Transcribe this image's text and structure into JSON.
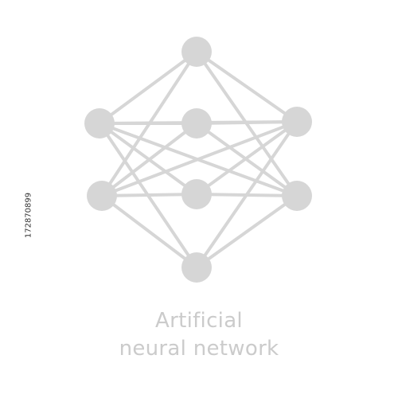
{
  "caption": {
    "line1": "Artificial",
    "line2": "neural network"
  },
  "side_id": "172870899",
  "colors": {
    "background": "#ffffff",
    "node": "#d6d6d6",
    "edge": "#d6d6d6",
    "caption": "#cbcbcb"
  },
  "nodes": [
    {
      "id": "n-top"
    },
    {
      "id": "n-upper-left"
    },
    {
      "id": "n-center-upper"
    },
    {
      "id": "n-upper-right"
    },
    {
      "id": "n-lower-left"
    },
    {
      "id": "n-center-lower"
    },
    {
      "id": "n-lower-right"
    },
    {
      "id": "n-bottom"
    }
  ],
  "edges": [
    [
      "n-top",
      "n-upper-left"
    ],
    [
      "n-top",
      "n-upper-right"
    ],
    [
      "n-top",
      "n-lower-left"
    ],
    [
      "n-top",
      "n-lower-right"
    ],
    [
      "n-upper-left",
      "n-center-upper"
    ],
    [
      "n-upper-left",
      "n-upper-right"
    ],
    [
      "n-upper-left",
      "n-center-lower"
    ],
    [
      "n-upper-left",
      "n-lower-right"
    ],
    [
      "n-upper-left",
      "n-bottom"
    ],
    [
      "n-upper-right",
      "n-center-upper"
    ],
    [
      "n-upper-right",
      "n-center-lower"
    ],
    [
      "n-upper-right",
      "n-lower-left"
    ],
    [
      "n-upper-right",
      "n-bottom"
    ],
    [
      "n-lower-left",
      "n-center-upper"
    ],
    [
      "n-lower-left",
      "n-center-lower"
    ],
    [
      "n-lower-left",
      "n-bottom"
    ],
    [
      "n-lower-right",
      "n-center-upper"
    ],
    [
      "n-lower-right",
      "n-center-lower"
    ],
    [
      "n-lower-right",
      "n-bottom"
    ]
  ]
}
